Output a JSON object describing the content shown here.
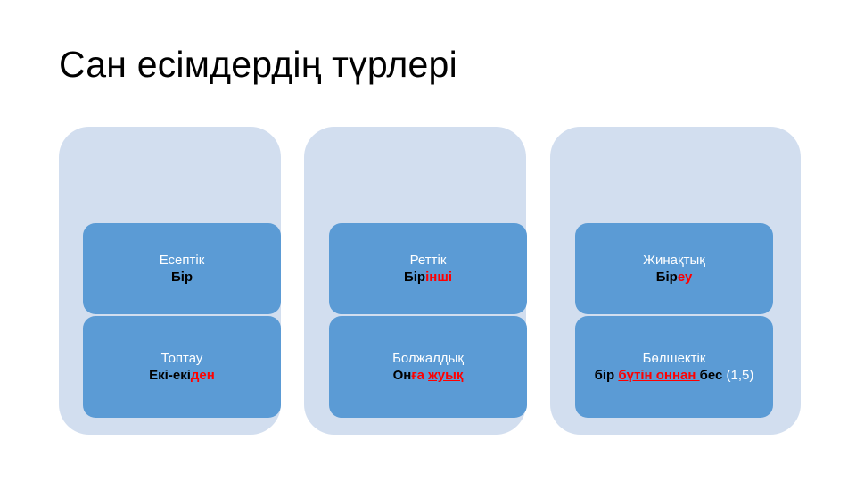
{
  "slide": {
    "title": "Сан есімдердің түрлері",
    "background_color": "#FFFFFF",
    "group_fill_color": "#D2DEEF",
    "node_fill_color": "#5B9BD5",
    "accent_red": "#FF0000",
    "heading_text_color": "#FFFFFF",
    "body_dark_color": "#000000"
  },
  "groups": [
    {
      "name": "column-1",
      "nodes": [
        {
          "heading": "Есептік",
          "body_segments": [
            {
              "text": "Бір",
              "style": "dark"
            }
          ]
        },
        {
          "heading": "Топтау",
          "body_segments": [
            {
              "text": "Екі-екі",
              "style": "dark"
            },
            {
              "text": "ден",
              "style": "red"
            }
          ]
        }
      ]
    },
    {
      "name": "column-2",
      "nodes": [
        {
          "heading": "Реттік",
          "body_segments": [
            {
              "text": "Бір",
              "style": "dark"
            },
            {
              "text": "інші",
              "style": "red"
            }
          ]
        },
        {
          "heading": "Болжалдық",
          "body_segments": [
            {
              "text": "Он",
              "style": "dark"
            },
            {
              "text": "ға ",
              "style": "red"
            },
            {
              "text": "жуық",
              "style": "red-underline"
            }
          ]
        }
      ]
    },
    {
      "name": "column-3",
      "nodes": [
        {
          "heading": "Жинақтық",
          "body_segments": [
            {
              "text": "Бір",
              "style": "dark"
            },
            {
              "text": "еу",
              "style": "red"
            }
          ]
        },
        {
          "heading": "Бөлшектік",
          "body_segments": [
            {
              "text": "бір ",
              "style": "dark"
            },
            {
              "text": "бүтін оннан ",
              "style": "red-underline"
            },
            {
              "text": "бес ",
              "style": "dark"
            },
            {
              "text": "(1,5)",
              "style": "white"
            }
          ]
        }
      ]
    }
  ]
}
